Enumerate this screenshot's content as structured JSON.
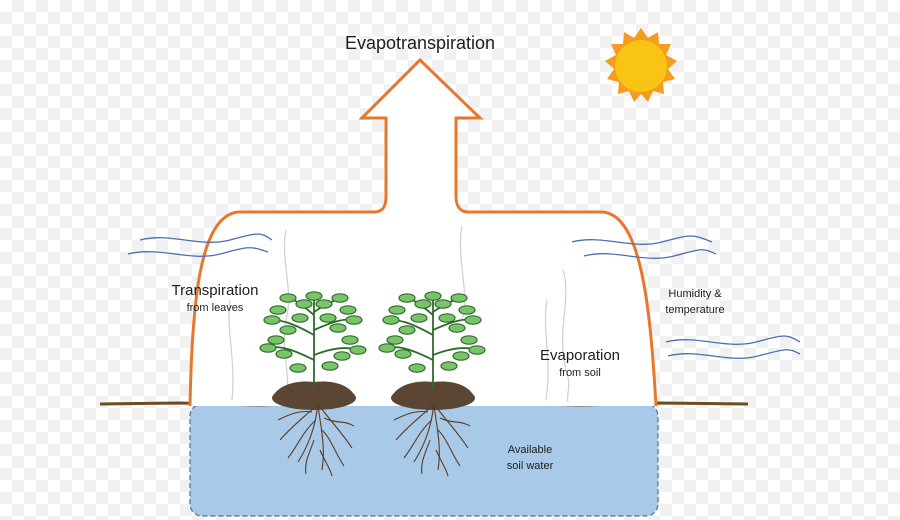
{
  "title": "Evapotranspiration",
  "labels": {
    "transpiration": "Transpiration",
    "transpiration_sub": "from leaves",
    "humidity_line1": "Humidity &",
    "humidity_line2": "temperature",
    "evaporation": "Evaporation",
    "evaporation_sub": "from soil",
    "soil_water_line1": "Available",
    "soil_water_line2": "soil water"
  },
  "colors": {
    "outline": "#E8772E",
    "water": "#A9C9E8",
    "soil_line": "#6B4E1F",
    "leaf": "#7BC36B",
    "sun": "#F9C413",
    "wind": "#4B6FB0"
  },
  "icons": [
    "sun-icon",
    "plant-icon",
    "root-icon",
    "wind-icon",
    "vapor-icon"
  ]
}
